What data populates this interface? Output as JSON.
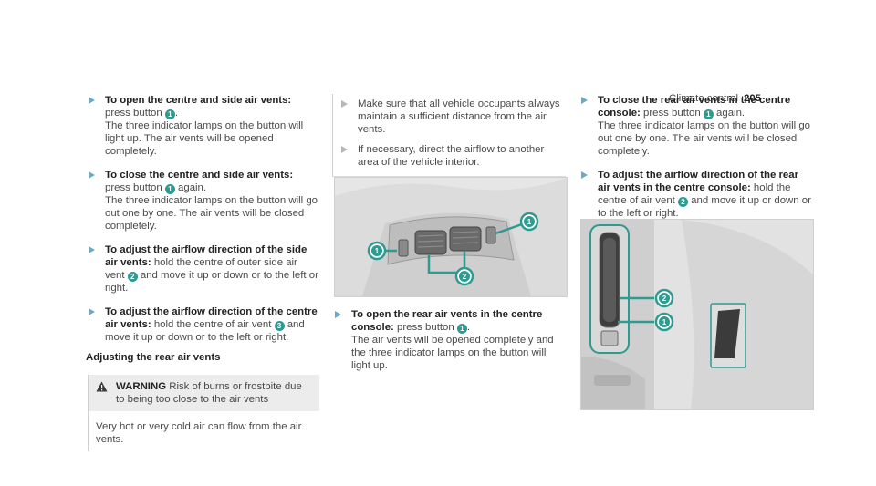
{
  "header": {
    "section": "Climate control",
    "page": "205"
  },
  "col1": {
    "s1": {
      "title": "To open the centre and side air vents:",
      "t1": " press button ",
      "n1": "1",
      "t2": ".",
      "t3": "The three indicator lamps on the button will light up. The air vents will be opened completely."
    },
    "s2": {
      "title": "To close the centre and side air vents:",
      "t1": " press button ",
      "n1": "1",
      "t2": " again.",
      "t3": "The three indicator lamps on the button will go out one by one. The air vents will be closed completely."
    },
    "s3": {
      "title": "To adjust the airflow direction of the side air vents:",
      "t1": " hold the centre of outer side air vent ",
      "n1": "2",
      "t2": " and move it up or down or to the left or right."
    },
    "s4": {
      "title": "To adjust the airflow direction of the centre air vents:",
      "t1": " hold the centre of air vent ",
      "n1": "3",
      "t2": " and move it up or down or to the left or right."
    },
    "subhead": "Adjusting the rear air vents",
    "warning": {
      "label": "WARNING",
      "text": " Risk of burns or frostbite due to being too close to the air vents",
      "body": "Very hot or very cold air can flow from the air vents."
    }
  },
  "col2": {
    "note1": "Make sure that all vehicle occupants always maintain a sufficient distance from the air vents.",
    "note2": "If necessary, direct the airflow to another area of the vehicle interior.",
    "fig": {
      "c1": "1",
      "c2": "1",
      "c3": "2"
    },
    "s1": {
      "title": "To open the rear air vents in the centre console:",
      "t1": " press button ",
      "n1": "1",
      "t2": ".",
      "t3": "The air vents will be opened completely and the three indicator lamps on the button will light up."
    }
  },
  "col3": {
    "s1": {
      "title": "To close the rear air vents in the centre console:",
      "t1": " press button ",
      "n1": "1",
      "t2": " again.",
      "t3": "The three indicator lamps on the button will go out one by one. The air vents will be closed completely."
    },
    "s2": {
      "title": "To adjust the airflow direction of the rear air vents in the centre console:",
      "t1": " hold the centre of air vent ",
      "n1": "2",
      "t2": " and move it up or down or to the left or right."
    },
    "fig": {
      "c1": "2",
      "c2": "1"
    }
  },
  "colors": {
    "accent": "#6aa9c8",
    "callout": "#2f9a8f",
    "text": "#4a4a4a"
  }
}
